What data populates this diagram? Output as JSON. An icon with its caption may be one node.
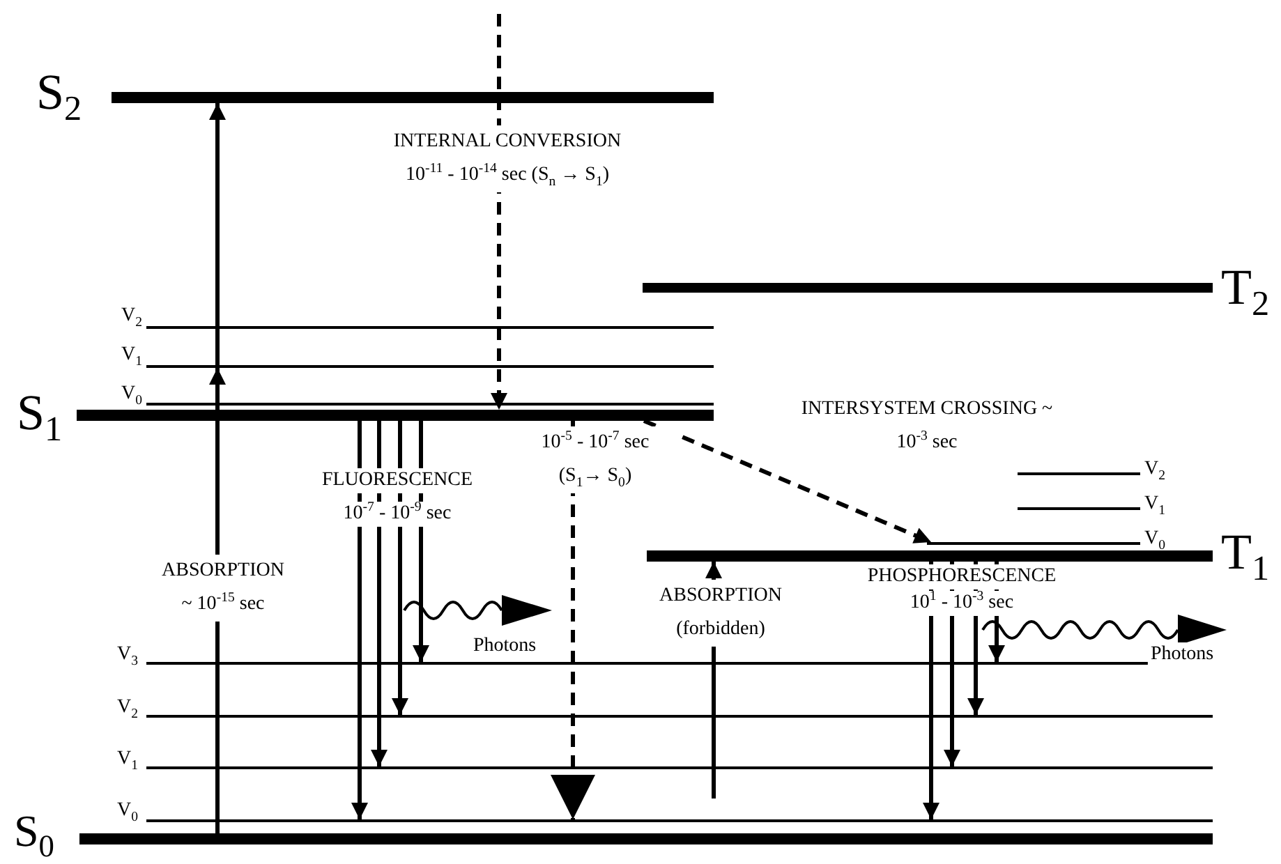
{
  "diagram": {
    "nodes": [
      {
        "text": [
          "S$_{2}$"
        ]
      },
      {
        "text": [
          "T$_{2}$"
        ]
      },
      {
        "text": [
          "V$_{2}$"
        ]
      },
      {
        "text": [
          "V$_{1}$"
        ]
      },
      {
        "text": [
          "V$_{0}$"
        ]
      },
      {
        "text": [
          "S$_{1}$"
        ]
      },
      {
        "text": [
          "V$_{2}$"
        ]
      },
      {
        "text": [
          "V$_{1}$"
        ]
      },
      {
        "text": [
          "V$_{0}$"
        ]
      },
      {
        "text": [
          "T$_{1}$"
        ]
      },
      {
        "text": [
          "V$_{3}$"
        ]
      },
      {
        "text": [
          "V$_{2}$"
        ]
      },
      {
        "text": [
          "V$_{1}$"
        ]
      },
      {
        "text": [
          "V$_{0}$"
        ]
      },
      {
        "text": [
          "S$_{0}$"
        ]
      }
    ],
    "edges": [
      {
        "from": 14,
        "to": 3,
        "arrow": "to",
        "label": "ABSORPTION ~ 10$^{-15}$ sec"
      },
      {
        "from": 3,
        "to": 0,
        "arrow": "to"
      },
      {
        "from": null,
        "to": 5,
        "arrow": "to",
        "style": "dashed",
        "label": "INTERNAL CONVERSION 10$^{-11}$ - 10$^{-14}$ sec (S$_{n}$ → S$_{1}$)"
      },
      {
        "from": 5,
        "to": 13,
        "arrow": "to"
      },
      {
        "from": 5,
        "to": 12,
        "arrow": "to"
      },
      {
        "from": 5,
        "to": 11,
        "arrow": "to"
      },
      {
        "from": 5,
        "to": 10,
        "arrow": "to"
      },
      {
        "from": 5,
        "to": 13,
        "arrow": "to",
        "style": "dashed",
        "label": "10$^{-5}$ - 10$^{-7}$ sec (S$_{1}$→ S$_{0}$)"
      },
      {
        "from": 5,
        "to": 8,
        "arrow": "to",
        "style": "dashed",
        "label": "INTERSYSTEM CROSSING ~ 10$^{-3}$ sec"
      },
      {
        "from": null,
        "to": 9,
        "arrow": "to",
        "label": "ABSORPTION (forbidden)"
      },
      {
        "from": 9,
        "to": 13,
        "arrow": "to"
      },
      {
        "from": 9,
        "to": 12,
        "arrow": "to"
      },
      {
        "from": 9,
        "to": 11,
        "arrow": "to"
      },
      {
        "from": 9,
        "to": 10,
        "arrow": "to"
      }
    ],
    "labels": [
      "FLUORESCENCE",
      "10$^{-7}$ - 10$^{-9}$ sec",
      "Photons",
      "PHOSPHORESCENCE",
      "10$^{1}$ - 10$^{-3}$ sec",
      "Photons"
    ]
  }
}
